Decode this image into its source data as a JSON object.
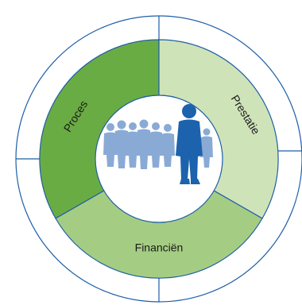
{
  "segments": {
    "process": {
      "label": "Proces",
      "color": "#6aac44"
    },
    "performance": {
      "label": "Prestatie",
      "color": "#cfe3b8"
    },
    "finance": {
      "label": "Financiën",
      "color": "#a4cd83"
    }
  },
  "colors": {
    "outline": "#1f5fa8",
    "people_light": "#8aaad6",
    "person_main": "#1c62ad",
    "background": "#ffffff"
  },
  "center_icon": "people-group-icon"
}
